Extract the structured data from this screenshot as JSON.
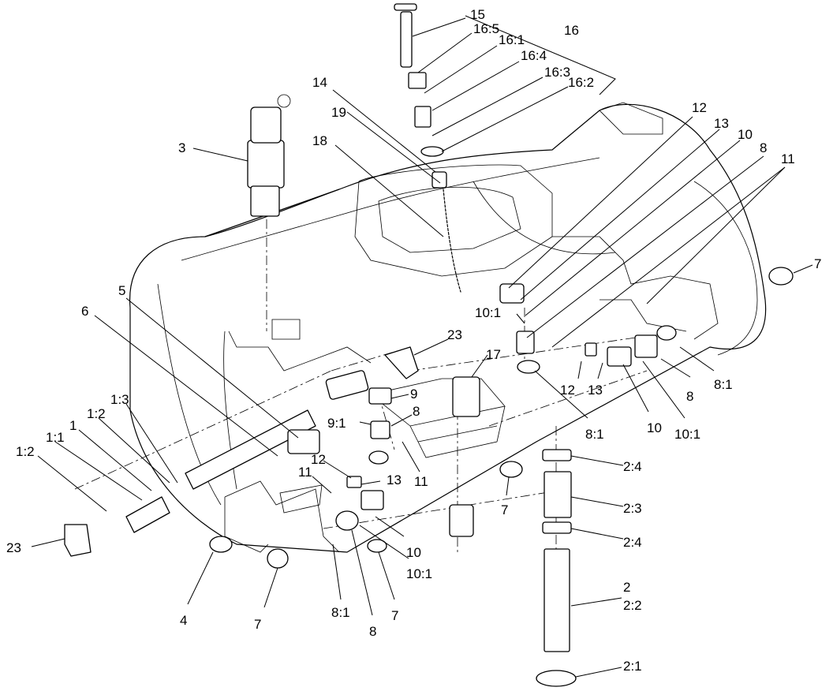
{
  "callouts": [
    "15",
    "16:5",
    "16:1",
    "16",
    "16:4",
    "16:3",
    "16:2",
    "14",
    "19",
    "18",
    "3",
    "12",
    "13",
    "10",
    "8",
    "11",
    "7",
    "5",
    "6",
    "10:1",
    "23",
    "17",
    "9",
    "9:1",
    "8",
    "1:3",
    "1:2",
    "1",
    "1:1",
    "1:2",
    "23",
    "12",
    "13",
    "11",
    "11",
    "12",
    "13",
    "8:1",
    "8",
    "8:1",
    "10",
    "10:1",
    "2:4",
    "7",
    "2:3",
    "2:4",
    "10",
    "10:1",
    "4",
    "7",
    "8:1",
    "8",
    "7",
    "2",
    "2:2",
    "2:1"
  ]
}
